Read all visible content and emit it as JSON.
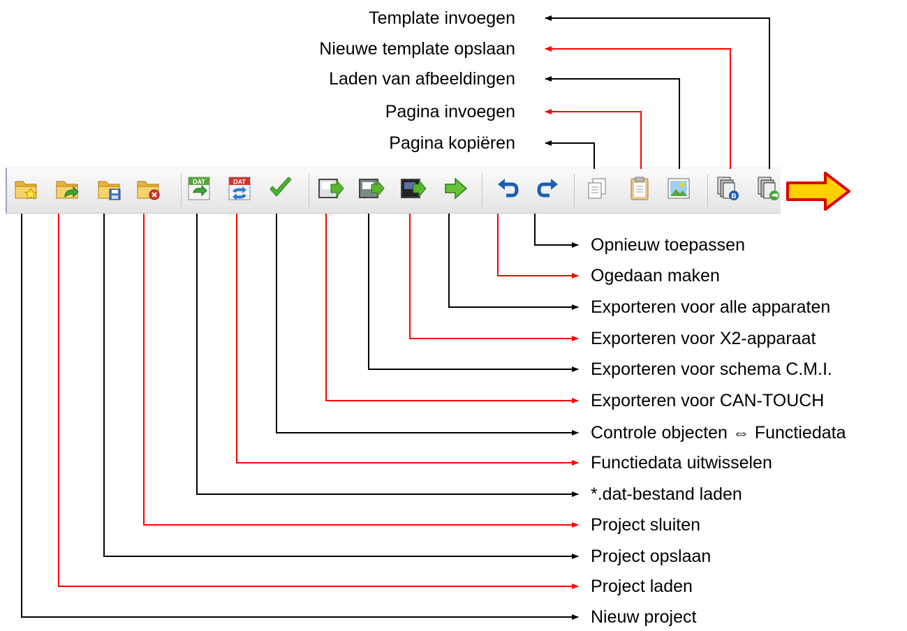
{
  "toolbar": {
    "left_items": [
      {
        "id": "new-project",
        "label": "Nieuw project",
        "icon": "folder-star-icon",
        "wire": "black"
      },
      {
        "id": "load-project",
        "label": "Project laden",
        "icon": "folder-open-icon",
        "wire": "red"
      },
      {
        "id": "save-project",
        "label": "Project opslaan",
        "icon": "folder-save-icon",
        "wire": "black"
      },
      {
        "id": "close-project",
        "label": "Project sluiten",
        "icon": "folder-close-icon",
        "wire": "red"
      },
      {
        "id": "load-dat",
        "label": "*.dat-bestand laden",
        "icon": "dat-load-icon",
        "wire": "black"
      },
      {
        "id": "exchange-function-data",
        "label": "Functiedata uitwisselen",
        "icon": "dat-exchange-icon",
        "wire": "red"
      },
      {
        "id": "check-objects",
        "label": "Controle objecten ⇔ Functiedata",
        "icon": "checkmark-icon",
        "wire": "black"
      },
      {
        "id": "export-can-touch",
        "label": "Exporteren voor CAN-TOUCH",
        "icon": "export-can-touch-icon",
        "wire": "red"
      },
      {
        "id": "export-cmi",
        "label": "Exporteren voor schema C.M.I.",
        "icon": "export-cmi-icon",
        "wire": "black"
      },
      {
        "id": "export-x2",
        "label": "Exporteren voor X2-apparaat",
        "icon": "export-x2-icon",
        "wire": "red"
      },
      {
        "id": "export-all",
        "label": "Exporteren voor alle apparaten",
        "icon": "export-all-icon",
        "wire": "black"
      },
      {
        "id": "undo",
        "label": "Ogedaan maken",
        "icon": "undo-icon",
        "wire": "red"
      },
      {
        "id": "redo",
        "label": "Opnieuw toepassen",
        "icon": "redo-icon",
        "wire": "black"
      }
    ],
    "top_items": [
      {
        "id": "copy-page",
        "label": "Pagina kopiëren",
        "icon": "copy-page-icon",
        "wire": "black"
      },
      {
        "id": "insert-page",
        "label": "Pagina invoegen",
        "icon": "insert-page-icon",
        "wire": "red"
      },
      {
        "id": "load-images",
        "label": "Laden van afbeeldingen",
        "icon": "image-icon",
        "wire": "black"
      },
      {
        "id": "save-template",
        "label": "Nieuwe template opslaan",
        "icon": "save-template-icon",
        "wire": "red"
      },
      {
        "id": "insert-template",
        "label": "Template invoegen",
        "icon": "insert-template-icon",
        "wire": "black"
      }
    ],
    "more_arrow_icon": "continue-arrow-icon"
  },
  "colors": {
    "black_wire": "#000000",
    "red_wire": "#ff0000",
    "arrow_fill": "#ffd100",
    "arrow_stroke": "#e00000"
  }
}
